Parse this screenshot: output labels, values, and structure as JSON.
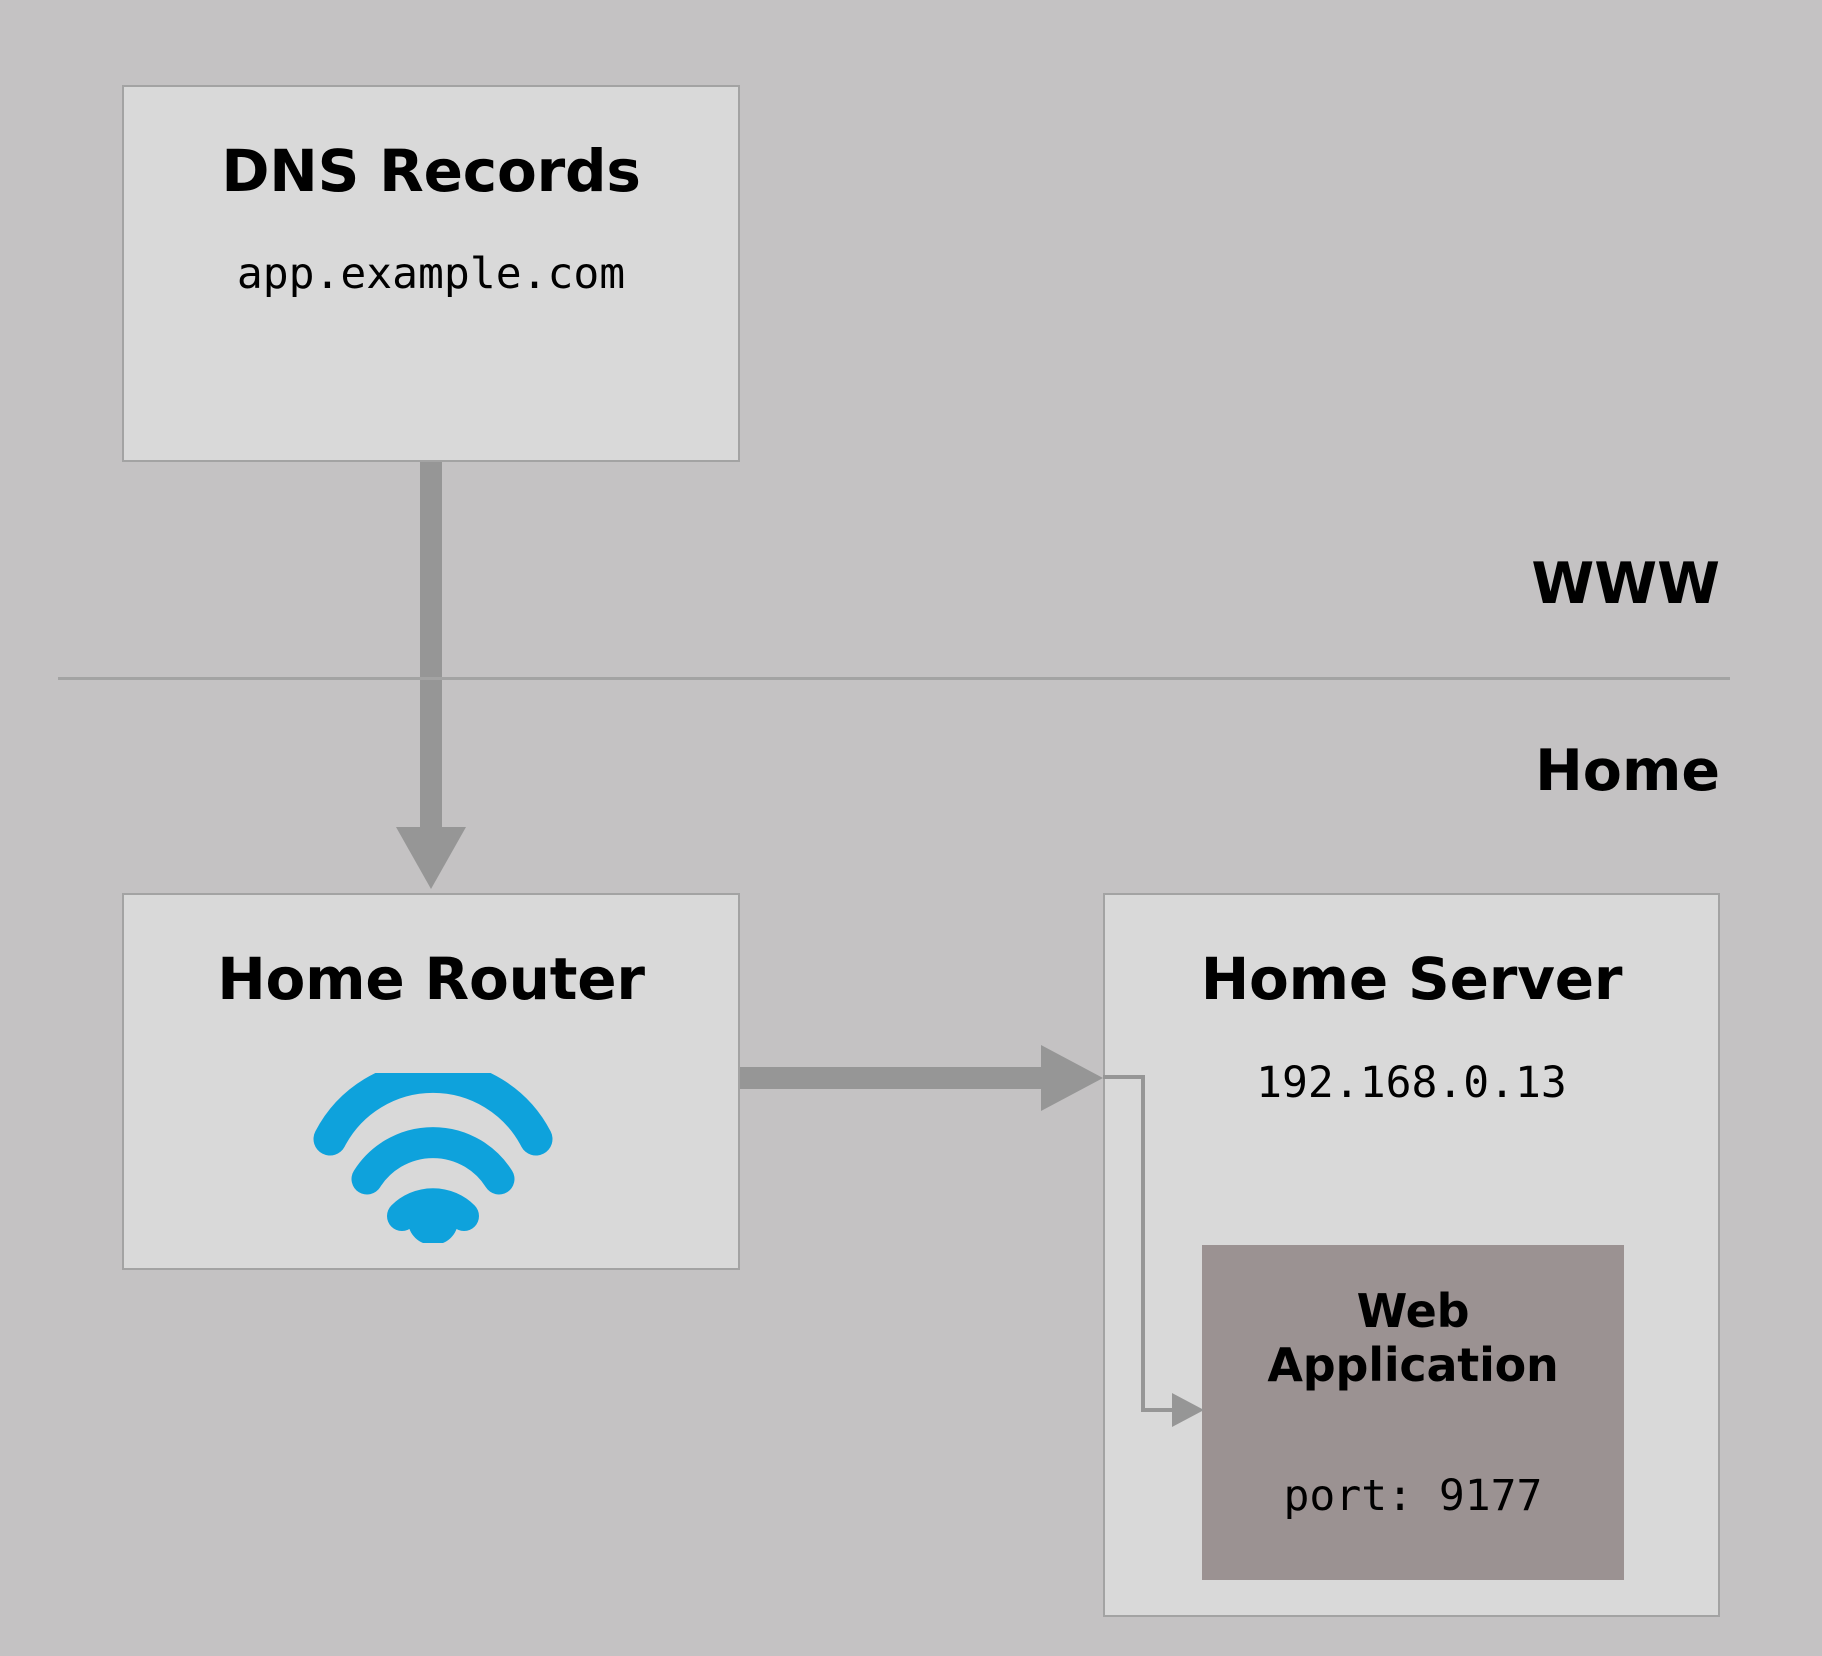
{
  "diagram": {
    "background_color": "#c4c2c3",
    "accent_color": "#0ea2dc",
    "node_fill": "#d9d9d9",
    "node_border": "#a3a3a3",
    "inner_node_fill": "#9b9292",
    "edge_color": "#969696"
  },
  "zones": [
    {
      "label": "WWW"
    },
    {
      "label": "Home"
    }
  ],
  "nodes": {
    "dns_records": {
      "title": "DNS Records",
      "detail": "app.example.com"
    },
    "home_router": {
      "title": "Home Router",
      "icon": "wifi-icon"
    },
    "home_server": {
      "title": "Home Server",
      "detail": "192.168.0.13"
    },
    "web_application": {
      "title_line1": "Web",
      "title_line2": "Application",
      "detail": "port: 9177"
    }
  }
}
